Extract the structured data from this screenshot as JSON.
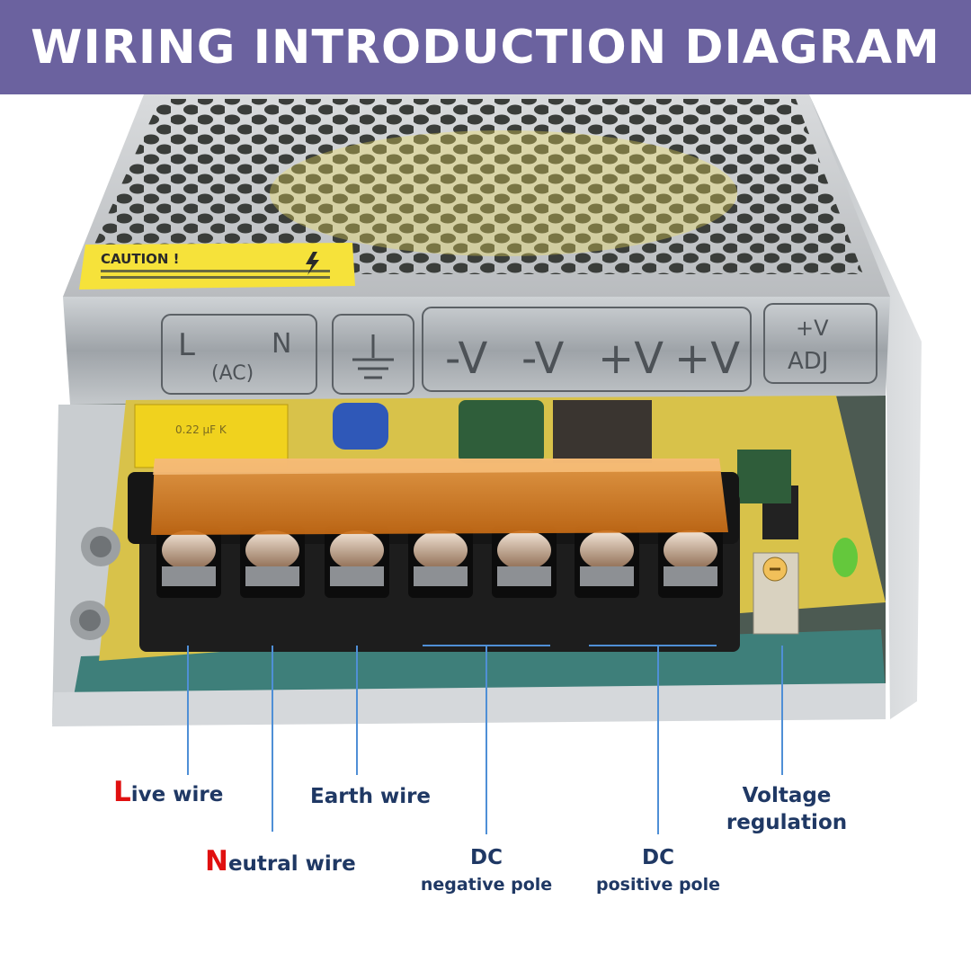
{
  "header": {
    "title": "WIRING INTRODUCTION DIAGRAM",
    "background": "#6b629f"
  },
  "panel_markings": {
    "ac_l": "L",
    "ac_n": "N",
    "ac_label": "(AC)",
    "v1": "-V",
    "v2": "-V",
    "v3": "+V",
    "v4": "+V",
    "adj_top": "+V",
    "adj_bottom": "ADJ"
  },
  "caution_sticker": {
    "title": "CAUTION !"
  },
  "capacitor_marking": "0.22 µF K",
  "labels": {
    "live": {
      "initial": "L",
      "rest": "ive wire"
    },
    "neutral": {
      "initial": "N",
      "rest": "eutral wire"
    },
    "earth": "Earth wire",
    "dc_negative": {
      "title": "DC",
      "sub": "negative pole"
    },
    "dc_positive": {
      "title": "DC",
      "sub": "positive pole"
    },
    "voltage": {
      "line1": "Voltage",
      "line2": "regulation"
    }
  },
  "colors": {
    "label_text": "#1f3864",
    "initial_red": "#e01010",
    "leader_line": "#4f8fd6",
    "terminal_cover": "#e8892a"
  },
  "icons": [
    "ground-symbol-icon",
    "high-voltage-icon"
  ]
}
